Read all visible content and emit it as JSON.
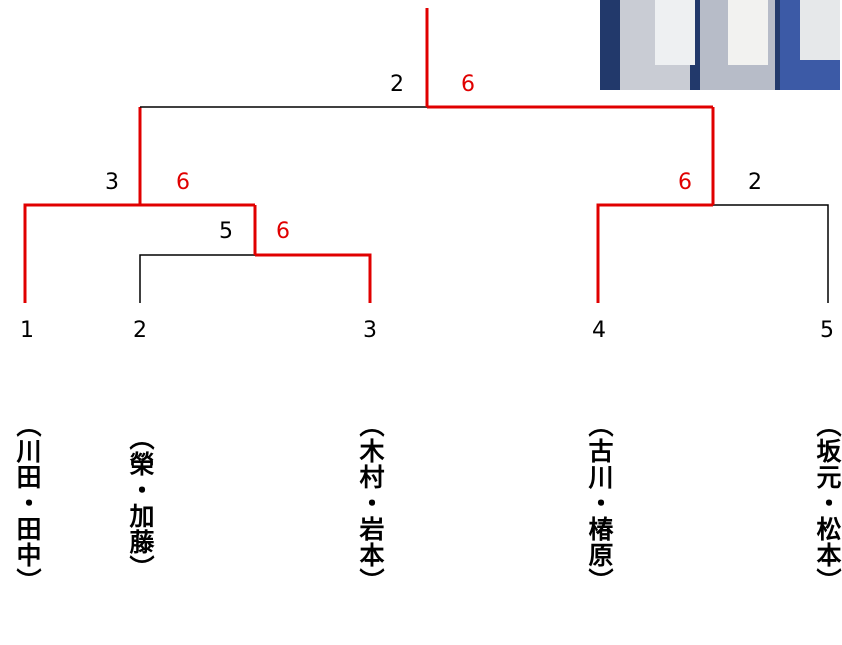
{
  "bracket": {
    "seeds": [
      "1",
      "2",
      "3",
      "4",
      "5"
    ],
    "teams": [
      "（川田・田中）",
      "（榮・加藤）",
      "（木村・岩本）",
      "（古川・椿原）",
      "（坂元・松本）"
    ],
    "scores": {
      "m1_loser": "5",
      "m1_winner": "6",
      "m2_loser": "3",
      "m2_winner": "6",
      "m3_winner": "6",
      "m3_loser": "2",
      "final_loser": "2",
      "final_winner": "6"
    }
  },
  "colors": {
    "winner_line": "#e00000",
    "loser_line": "#000000",
    "winner_score": "#e00000"
  }
}
